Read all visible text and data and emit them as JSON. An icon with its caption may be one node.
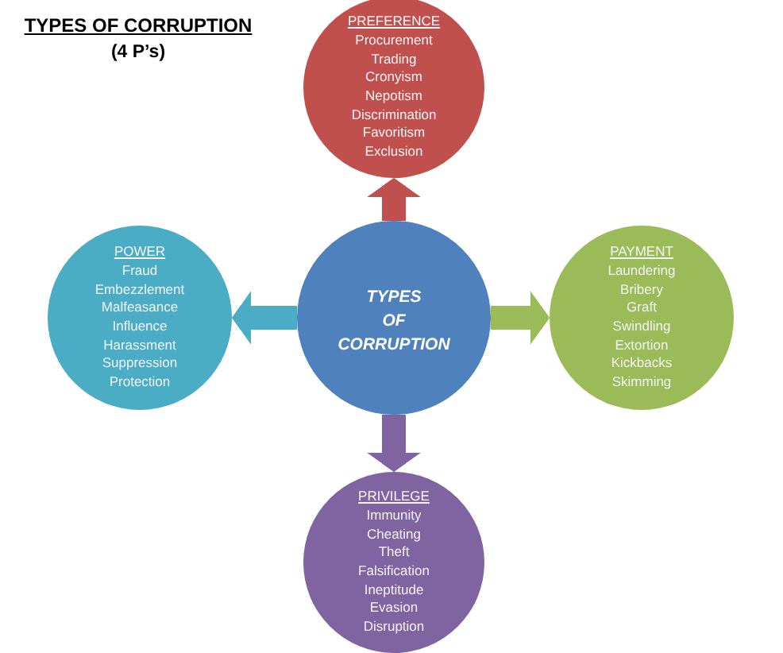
{
  "diagram": {
    "title": "TYPES OF CORRUPTION",
    "nodes": [
      {
        "text": [
          "PREFERENCE",
          "Procurement",
          "Trading",
          "Cronyism",
          "Nepotism",
          "Discrimination",
          "Favoritism",
          "Exclusion"
        ]
      },
      {
        "text": [
          "POWER",
          "Fraud",
          "Embezzlement",
          "Malfeasance",
          "Influence",
          "Harassment",
          "Suppression",
          "Protection"
        ]
      },
      {
        "text": [
          "TYPES OF CORRUPTION"
        ]
      },
      {
        "text": [
          "PAYMENT",
          "Laundering",
          "Bribery",
          "Graft",
          "Swindling",
          "Extortion",
          "Kickbacks",
          "Skimming"
        ]
      },
      {
        "text": [
          "PRIVILEGE",
          "Immunity",
          "Cheating",
          "Theft",
          "Falsification",
          "Ineptitude",
          "Evasion",
          "Disruption"
        ]
      }
    ],
    "edges": [
      {
        "from": 2,
        "to": 0,
        "arrow": "to",
        "color": "#c0504d"
      },
      {
        "from": 2,
        "to": 1,
        "arrow": "to",
        "color": "#4bacc6"
      },
      {
        "from": 2,
        "to": 3,
        "arrow": "to",
        "color": "#9bbb59"
      },
      {
        "from": 2,
        "to": 4,
        "arrow": "to",
        "color": "#8064a2"
      }
    ],
    "labels": [
      "(4 P’s)"
    ]
  }
}
